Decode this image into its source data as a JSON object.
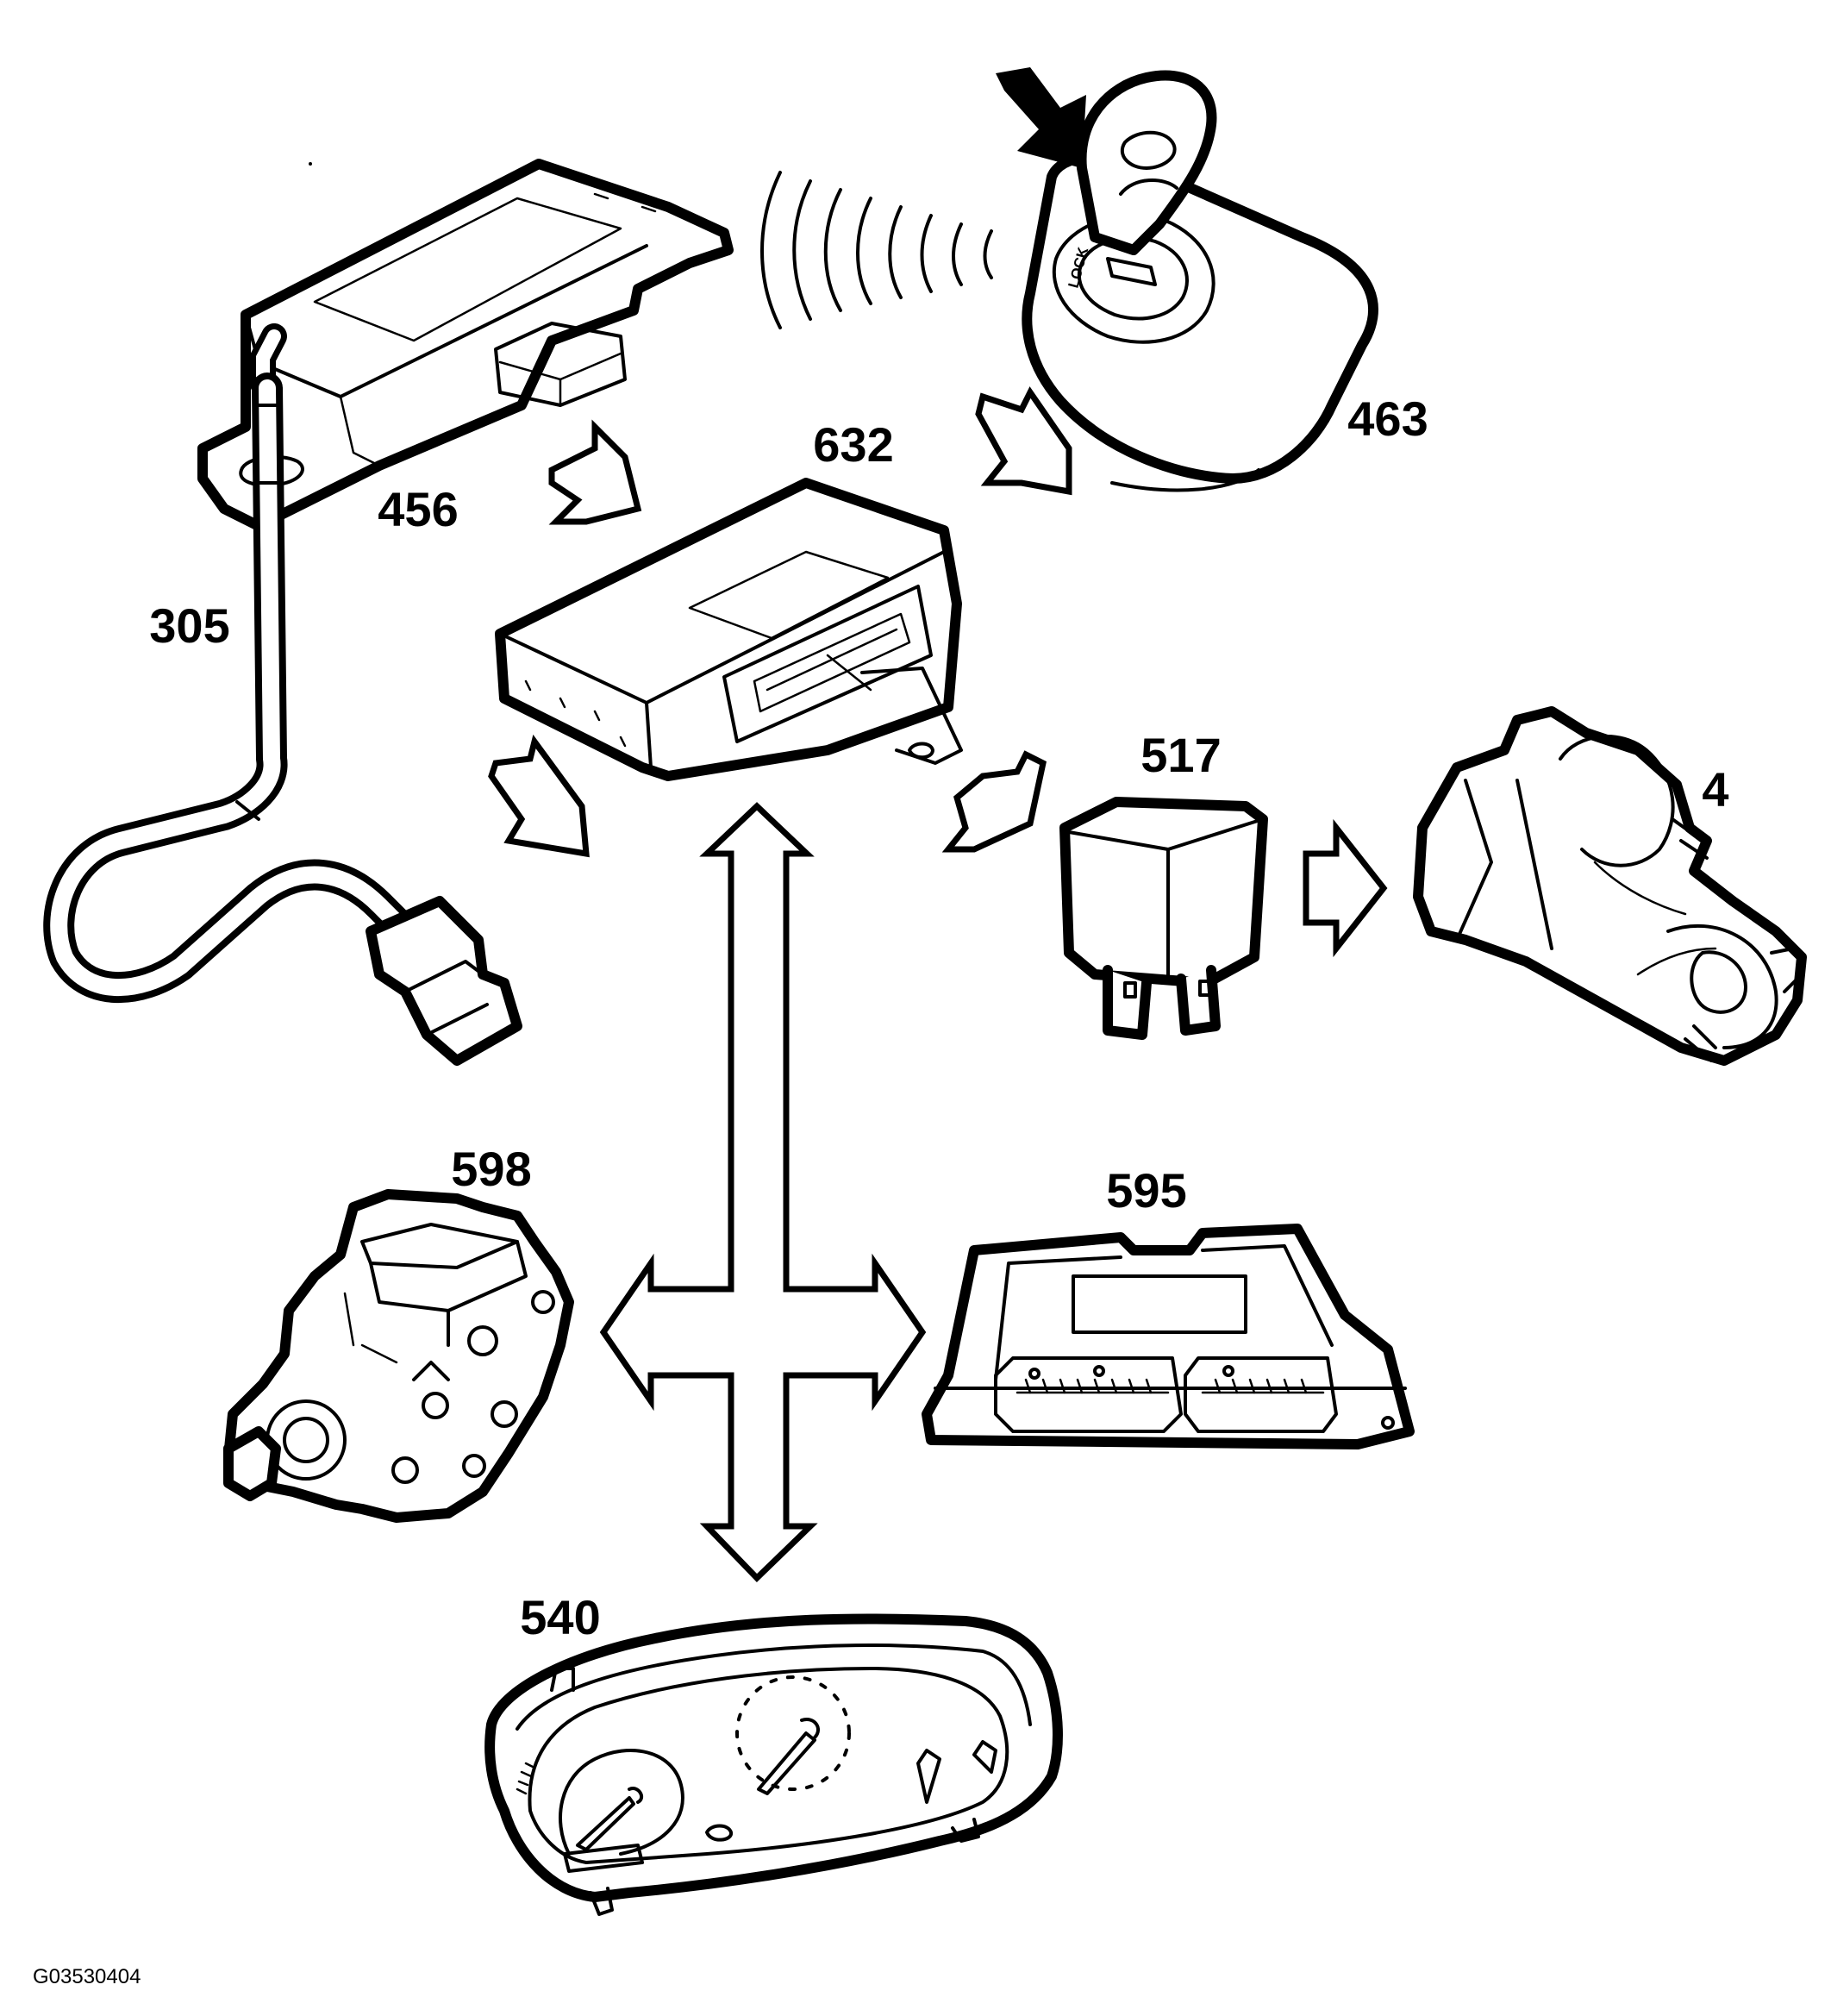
{
  "components": [
    {
      "id": "456",
      "label": "456",
      "icon": "passive-antenna-module-icon"
    },
    {
      "id": "632",
      "label": "632",
      "icon": "immobilizer-control-module-icon"
    },
    {
      "id": "463",
      "label": "463",
      "icon": "ignition-switch-key-icon"
    },
    {
      "id": "305",
      "label": "305",
      "icon": "sensor-harness-icon"
    },
    {
      "id": "517",
      "label": "517",
      "icon": "relay-icon"
    },
    {
      "id": "4",
      "label": "4",
      "icon": "starter-motor-icon"
    },
    {
      "id": "598",
      "label": "598",
      "icon": "injection-pump-icon"
    },
    {
      "id": "595",
      "label": "595",
      "icon": "engine-control-module-icon"
    },
    {
      "id": "540",
      "label": "540",
      "icon": "instrument-cluster-icon"
    }
  ],
  "lock_text": "LOCK",
  "figure_id": "G03530404"
}
